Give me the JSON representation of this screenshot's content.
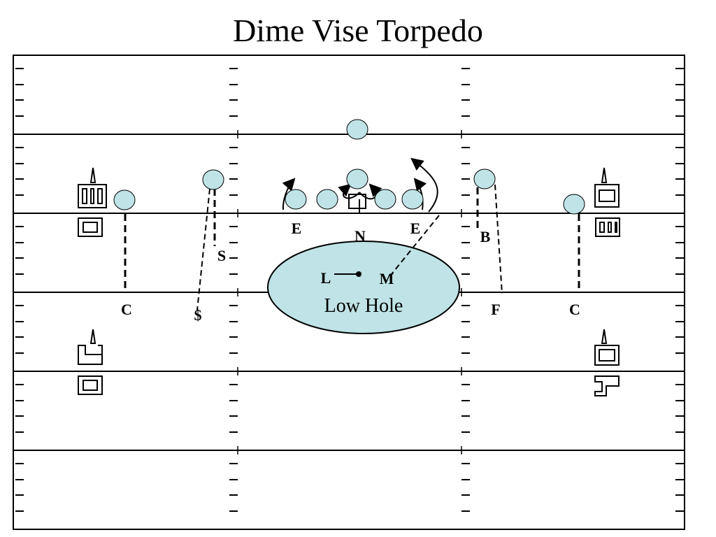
{
  "title": "Dime Vise Torpedo",
  "zone": {
    "label": "Low Hole"
  },
  "labels": {
    "corner_left": "C",
    "dollar": "$",
    "strong_safety": "S",
    "end_left": "E",
    "nose": "N",
    "end_right": "E",
    "buck": "B",
    "lb_left": "L",
    "lb_mike": "M",
    "free_safety": "F",
    "corner_right": "C"
  },
  "colors": {
    "player_fill": "#bfe3e6",
    "zone_fill": "#bfe3e6",
    "line": "#000000"
  }
}
